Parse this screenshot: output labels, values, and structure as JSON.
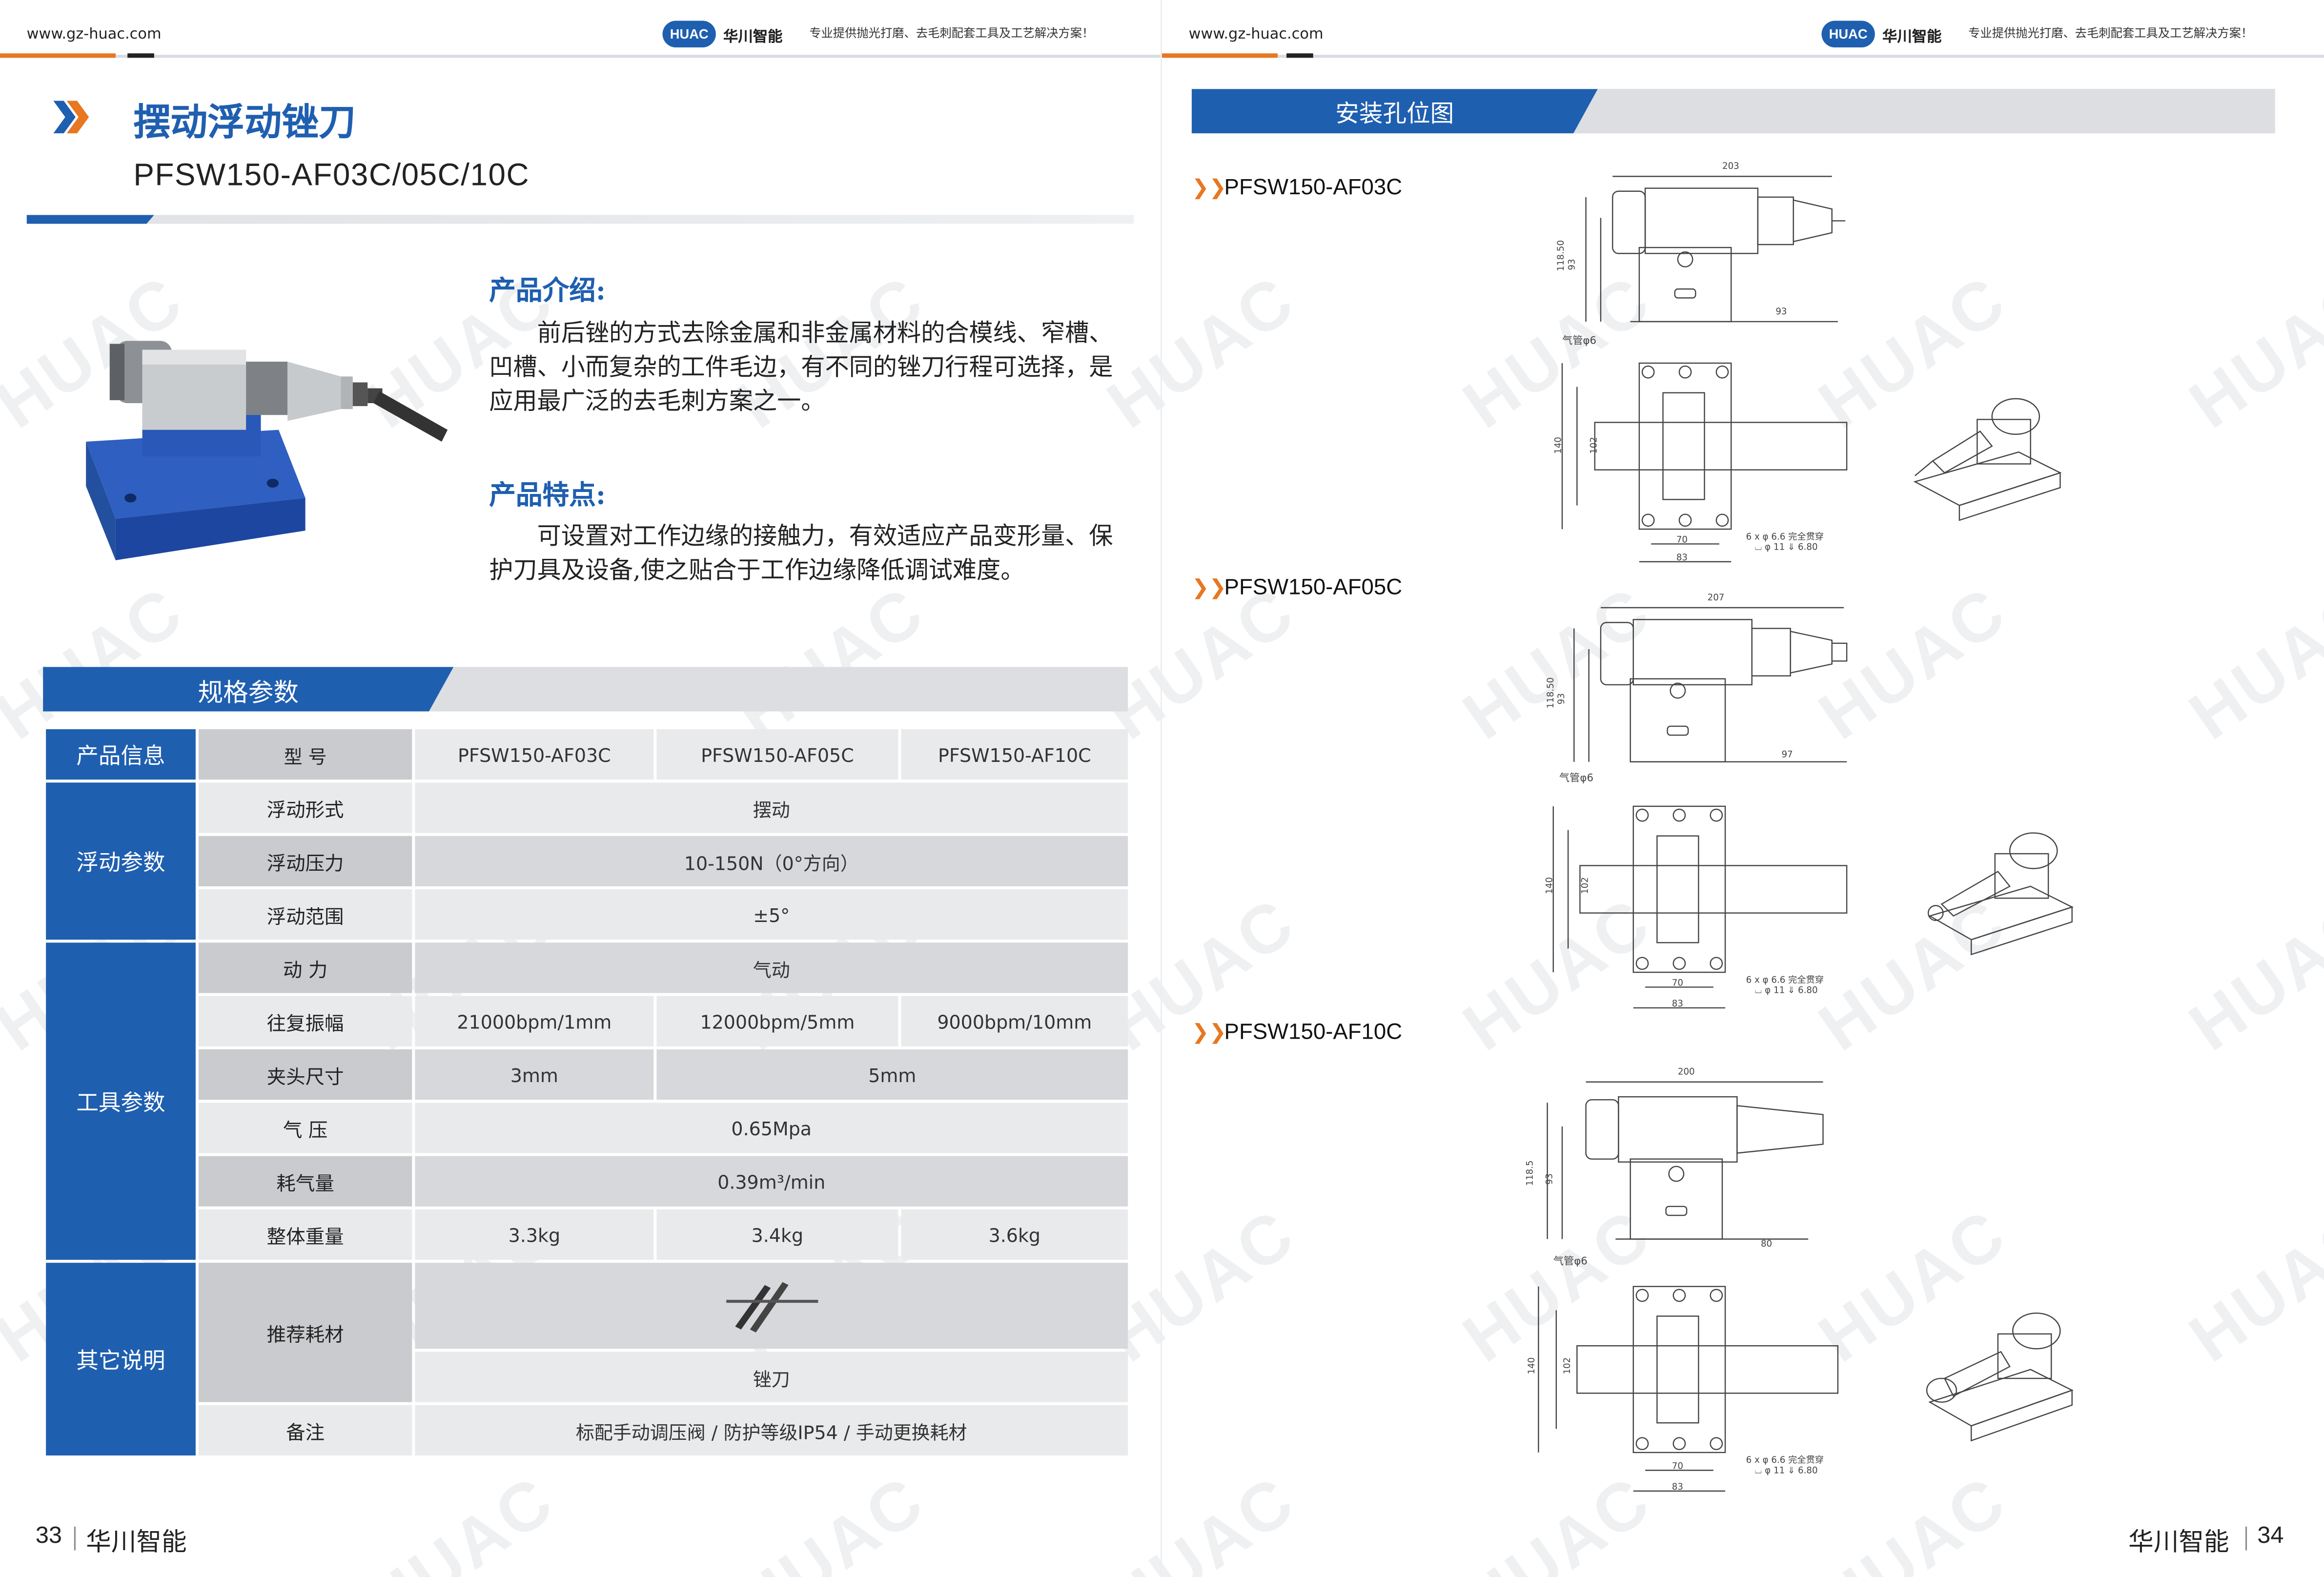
{
  "header": {
    "url": "www.gz-huac.com",
    "logo_text": "HUAC",
    "brand": "华川智能",
    "slogan": "专业提供抛光打磨、去毛刺配套工具及工艺解决方案！"
  },
  "watermark": "HUAC",
  "left": {
    "title_cn": "摆动浮动锉刀",
    "title_en": "PFSW150-AF03C/05C/10C",
    "intro_heading": "产品介绍:",
    "intro_text": "前后锉的方式去除金属和非金属材料的合模线、窄槽、凹槽、小而复杂的工件毛边，有不同的锉刀行程可选择，是应用最广泛的去毛刺方案之一。",
    "feature_heading": "产品特点:",
    "feature_text": "可设置对工作边缘的接触力，有效适应产品变形量、保护刀具及设备,使之贴合于工作边缘降低调试难度。",
    "spec_heading": "规格参数",
    "page_number": "33",
    "page_brand": "华川智能"
  },
  "table": {
    "cat_product": "产品信息",
    "label_model": "型  号",
    "models": [
      "PFSW150-AF03C",
      "PFSW150-AF05C",
      "PFSW150-AF10C"
    ],
    "cat_float": "浮动参数",
    "label_float_form": "浮动形式",
    "float_form": "摆动",
    "label_float_force": "浮动压力",
    "float_force": "10-150N（0°方向）",
    "label_float_range": "浮动范围",
    "float_range": "±5°",
    "cat_tool": "工具参数",
    "label_power": "动  力",
    "power": "气动",
    "label_amplitude": "往复振幅",
    "amplitude": [
      "21000bpm/1mm",
      "12000bpm/5mm",
      "9000bpm/10mm"
    ],
    "label_chuck": "夹头尺寸",
    "chuck": [
      "3mm",
      "5mm"
    ],
    "label_pressure": "气  压",
    "pressure": "0.65Mpa",
    "label_air": "耗气量",
    "air": "0.39m³/min",
    "label_weight": "整体重量",
    "weight": [
      "3.3kg",
      "3.4kg",
      "3.6kg"
    ],
    "cat_other": "其它说明",
    "label_consumable": "推荐耗材",
    "consumable": "锉刀",
    "label_note": "备注",
    "note": "标配手动调压阀 / 防护等级IP54 / 手动更换耗材"
  },
  "right": {
    "install_heading": "安装孔位图",
    "models": [
      "PFSW150-AF03C",
      "PFSW150-AF05C",
      "PFSW150-AF10C"
    ],
    "page_number": "34",
    "page_brand": "华川智能"
  },
  "drawings": [
    {
      "dims": [
        "203",
        "118.50",
        "93",
        "93",
        "气管φ6",
        "140",
        "102",
        "70",
        "83",
        "6 x φ 6.6 完全贯穿",
        "⌴ φ 11 ⇓ 6.80"
      ]
    },
    {
      "dims": [
        "207",
        "118.50",
        "93",
        "97",
        "气管φ6",
        "140",
        "102",
        "70",
        "83",
        "6 x φ 6.6 完全贯穿",
        "⌴ φ 11 ⇓ 6.80"
      ]
    },
    {
      "dims": [
        "200",
        "118.5",
        "93",
        "80",
        "气管φ6",
        "140",
        "102",
        "70",
        "83",
        "6 x φ 6.6 完全贯穿",
        "⌴ φ 11 ⇓ 6.80"
      ]
    }
  ],
  "colors": {
    "brand_blue": "#1f5fb0",
    "accent_orange": "#e87722",
    "light_gray": "#dcdee2"
  }
}
